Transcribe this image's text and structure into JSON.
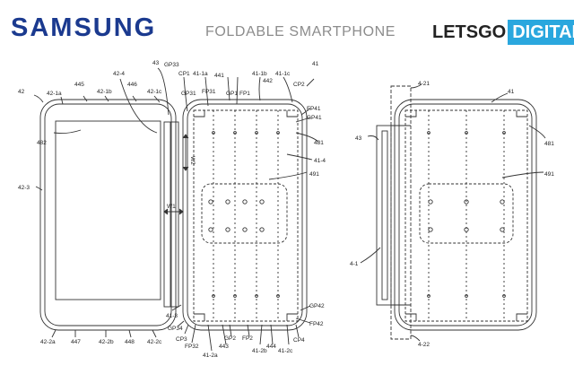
{
  "header": {
    "brand": "SAMSUNG",
    "subtitle": "FOLDABLE SMARTPHONE",
    "logo_part1": "LETSGO",
    "logo_part2": "DIGITAL"
  },
  "colors": {
    "brand": "#1b3a8f",
    "subtitle": "#8c8c8c",
    "logo_accent": "#2aa7de",
    "line": "#333333"
  },
  "figure_left": {
    "label_42": "42",
    "label_42_1a": "42-1a",
    "label_445": "445",
    "label_42_1b": "42-1b",
    "label_446": "446",
    "label_42_1c": "42-1c",
    "label_42_4": "42-4",
    "label_43": "43",
    "label_gp33": "GP33",
    "label_cp1": "CP1",
    "label_41_1a": "41-1a",
    "label_441": "441",
    "label_gp31": "GP31",
    "label_fp31": "FP31",
    "label_gp1": "GP1",
    "label_fp1": "FP1",
    "label_41_1b": "41-1b",
    "label_442": "442",
    "label_41_1c": "41-1c",
    "label_cp2": "CP2",
    "label_41": "41",
    "label_fp41": "FP41",
    "label_gp41": "GP41",
    "label_482": "482",
    "label_481": "481",
    "label_41_4": "41-4",
    "label_491": "491",
    "label_42_3": "42-3",
    "label_w2": "W2",
    "label_w1": "W1",
    "label_41_3": "41-3",
    "label_gp42": "GP42",
    "label_fp42": "FP42",
    "label_gp34": "GP34",
    "label_cp3": "CP3",
    "label_fp32": "FP32",
    "label_gp2": "GP2",
    "label_fp2": "FP2",
    "label_443": "443",
    "label_41_2b": "41-2b",
    "label_444": "444",
    "label_41_2c": "41-2c",
    "label_cp4": "CP4",
    "label_41_2a": "41-2a",
    "label_42_2a": "42-2a",
    "label_447": "447",
    "label_42_2b": "42-2b",
    "label_448": "448",
    "label_42_2c": "42-2c"
  },
  "figure_right": {
    "label_4_21": "4-21",
    "label_41": "41",
    "label_43": "43",
    "label_481": "481",
    "label_491": "491",
    "label_4_1": "4-1",
    "label_4_22": "4-22"
  }
}
